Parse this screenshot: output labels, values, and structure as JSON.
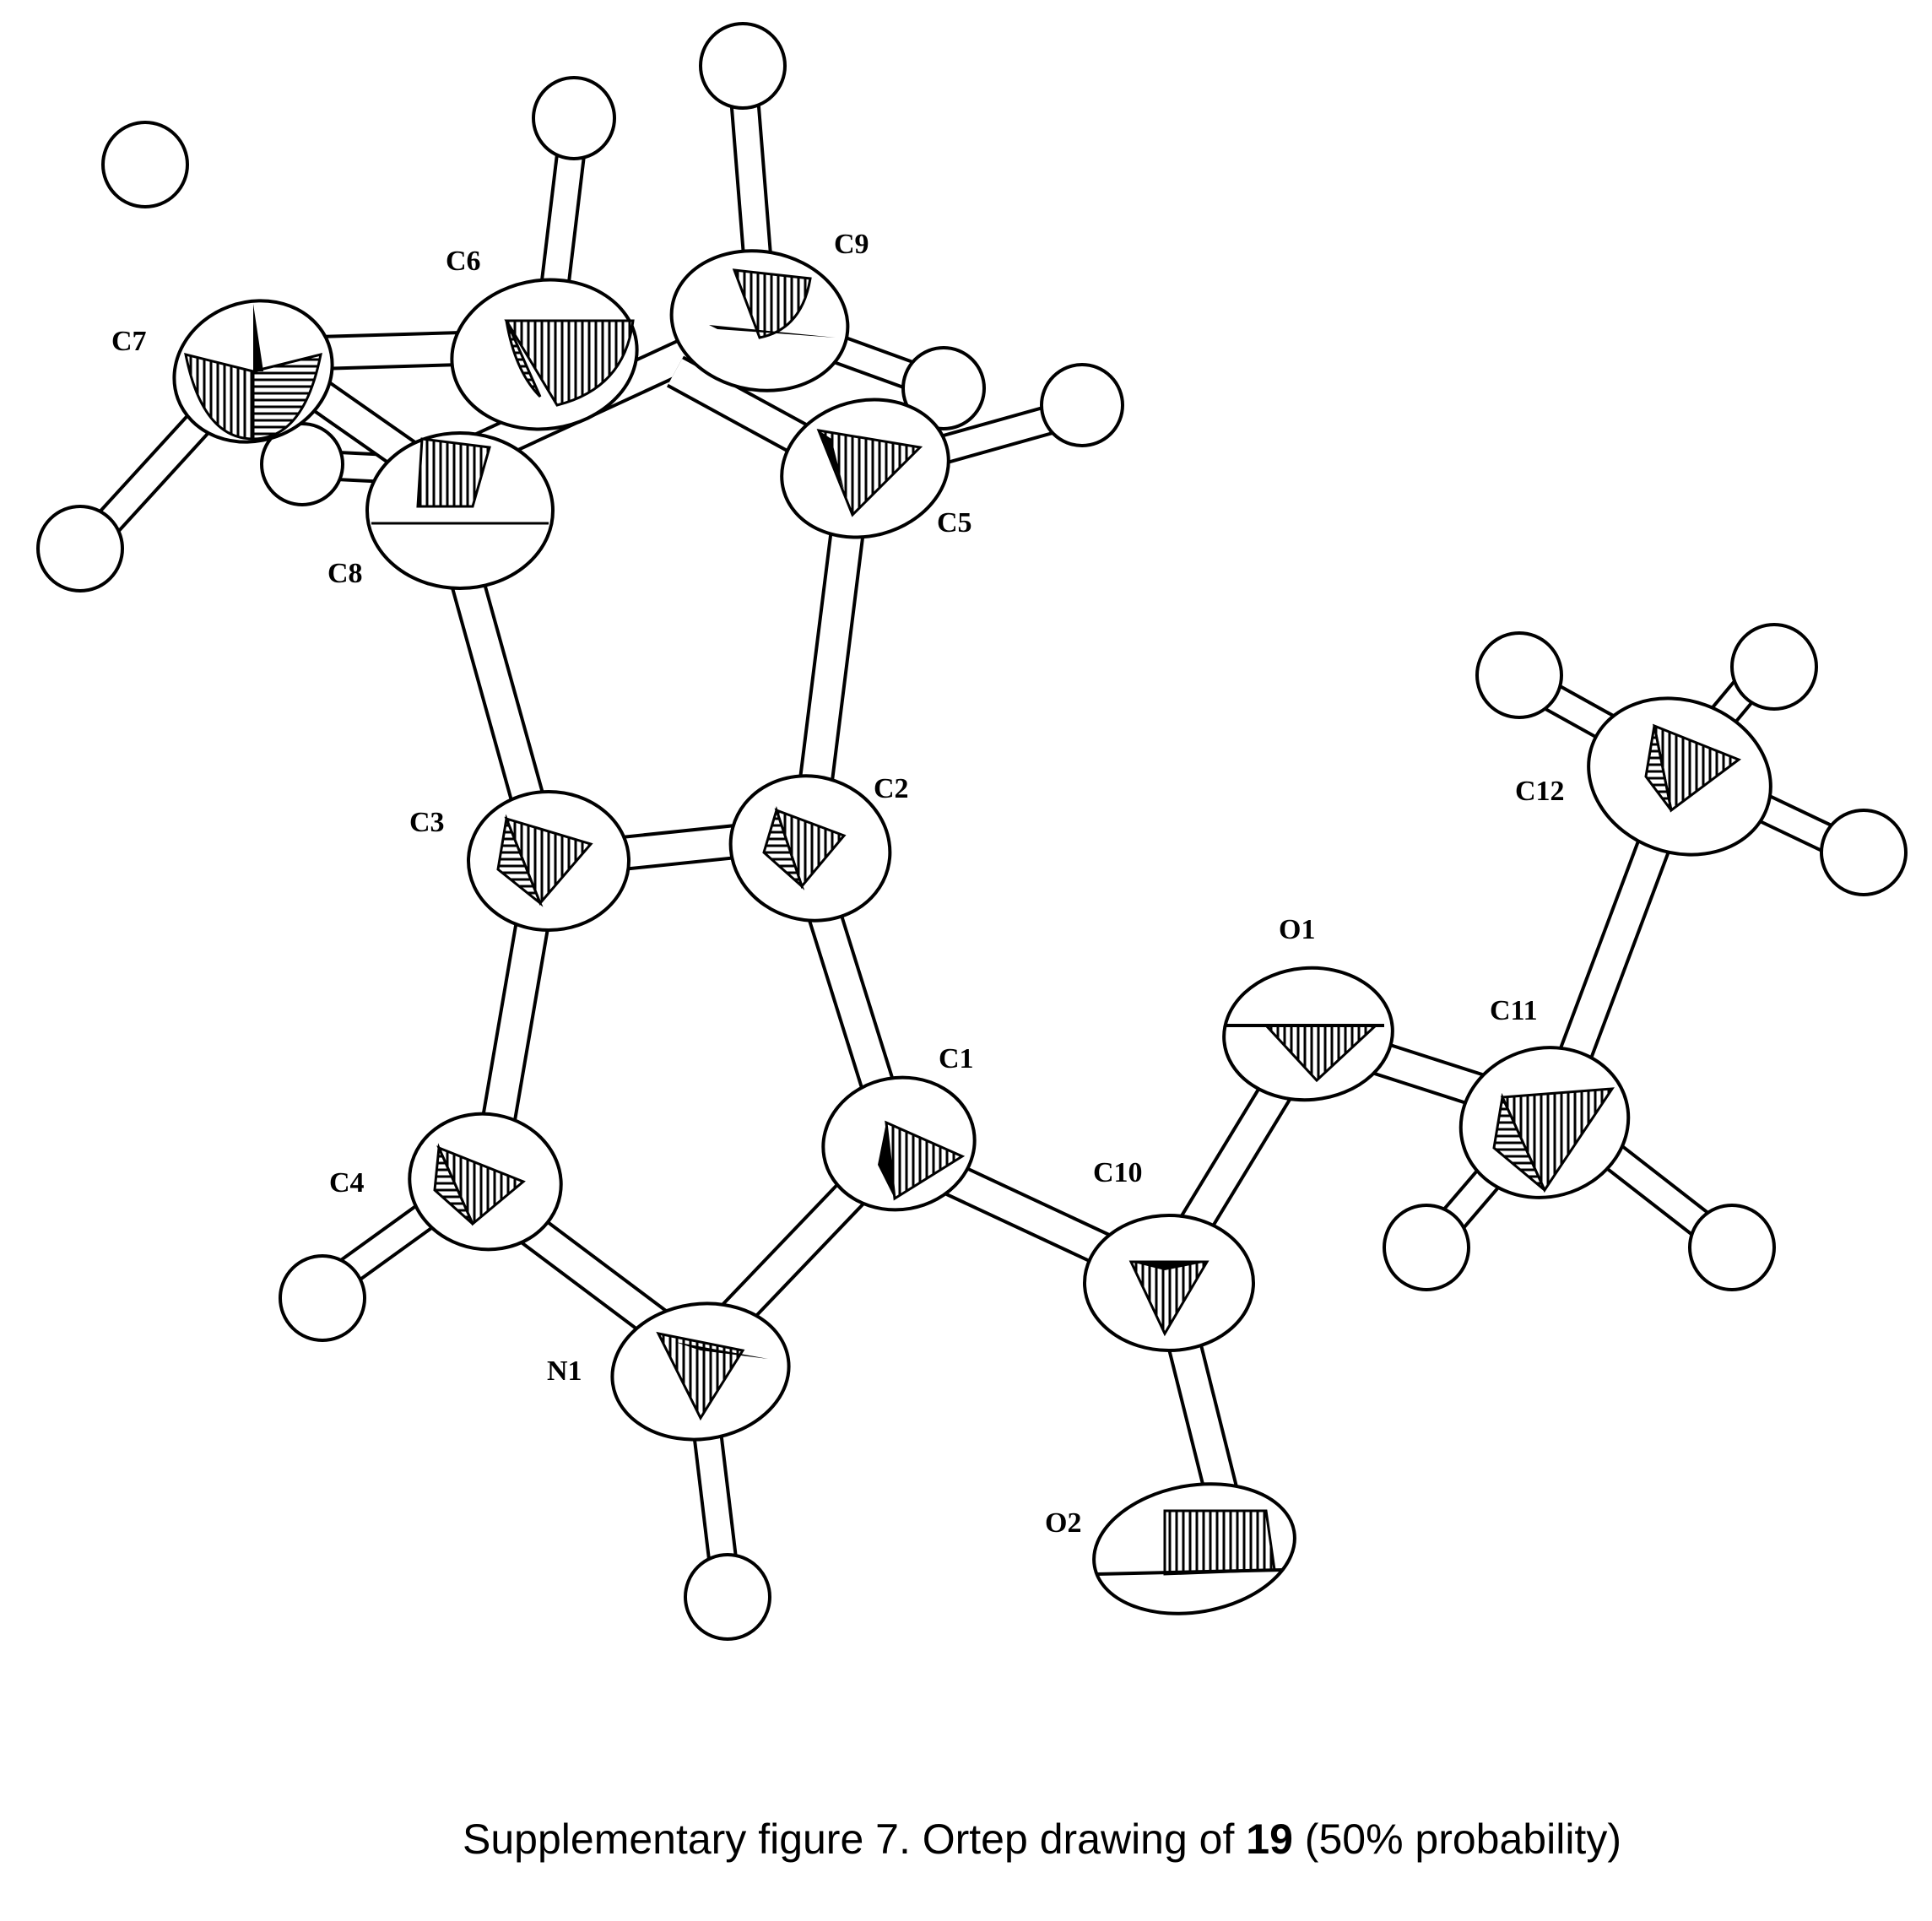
{
  "atoms": {
    "C1": "C1",
    "C2": "C2",
    "C3": "C3",
    "C4": "C4",
    "C5": "C5",
    "C6": "C6",
    "C7": "C7",
    "C8": "C8",
    "C9": "C9",
    "C10": "C10",
    "C11": "C11",
    "C12": "C12",
    "N1": "N1",
    "O1": "O1",
    "O2": "O2"
  },
  "caption": {
    "prefix": "Supplementary figure 7.   Ortep drawing of ",
    "compound": "19",
    "suffix": " (50% probability)"
  }
}
